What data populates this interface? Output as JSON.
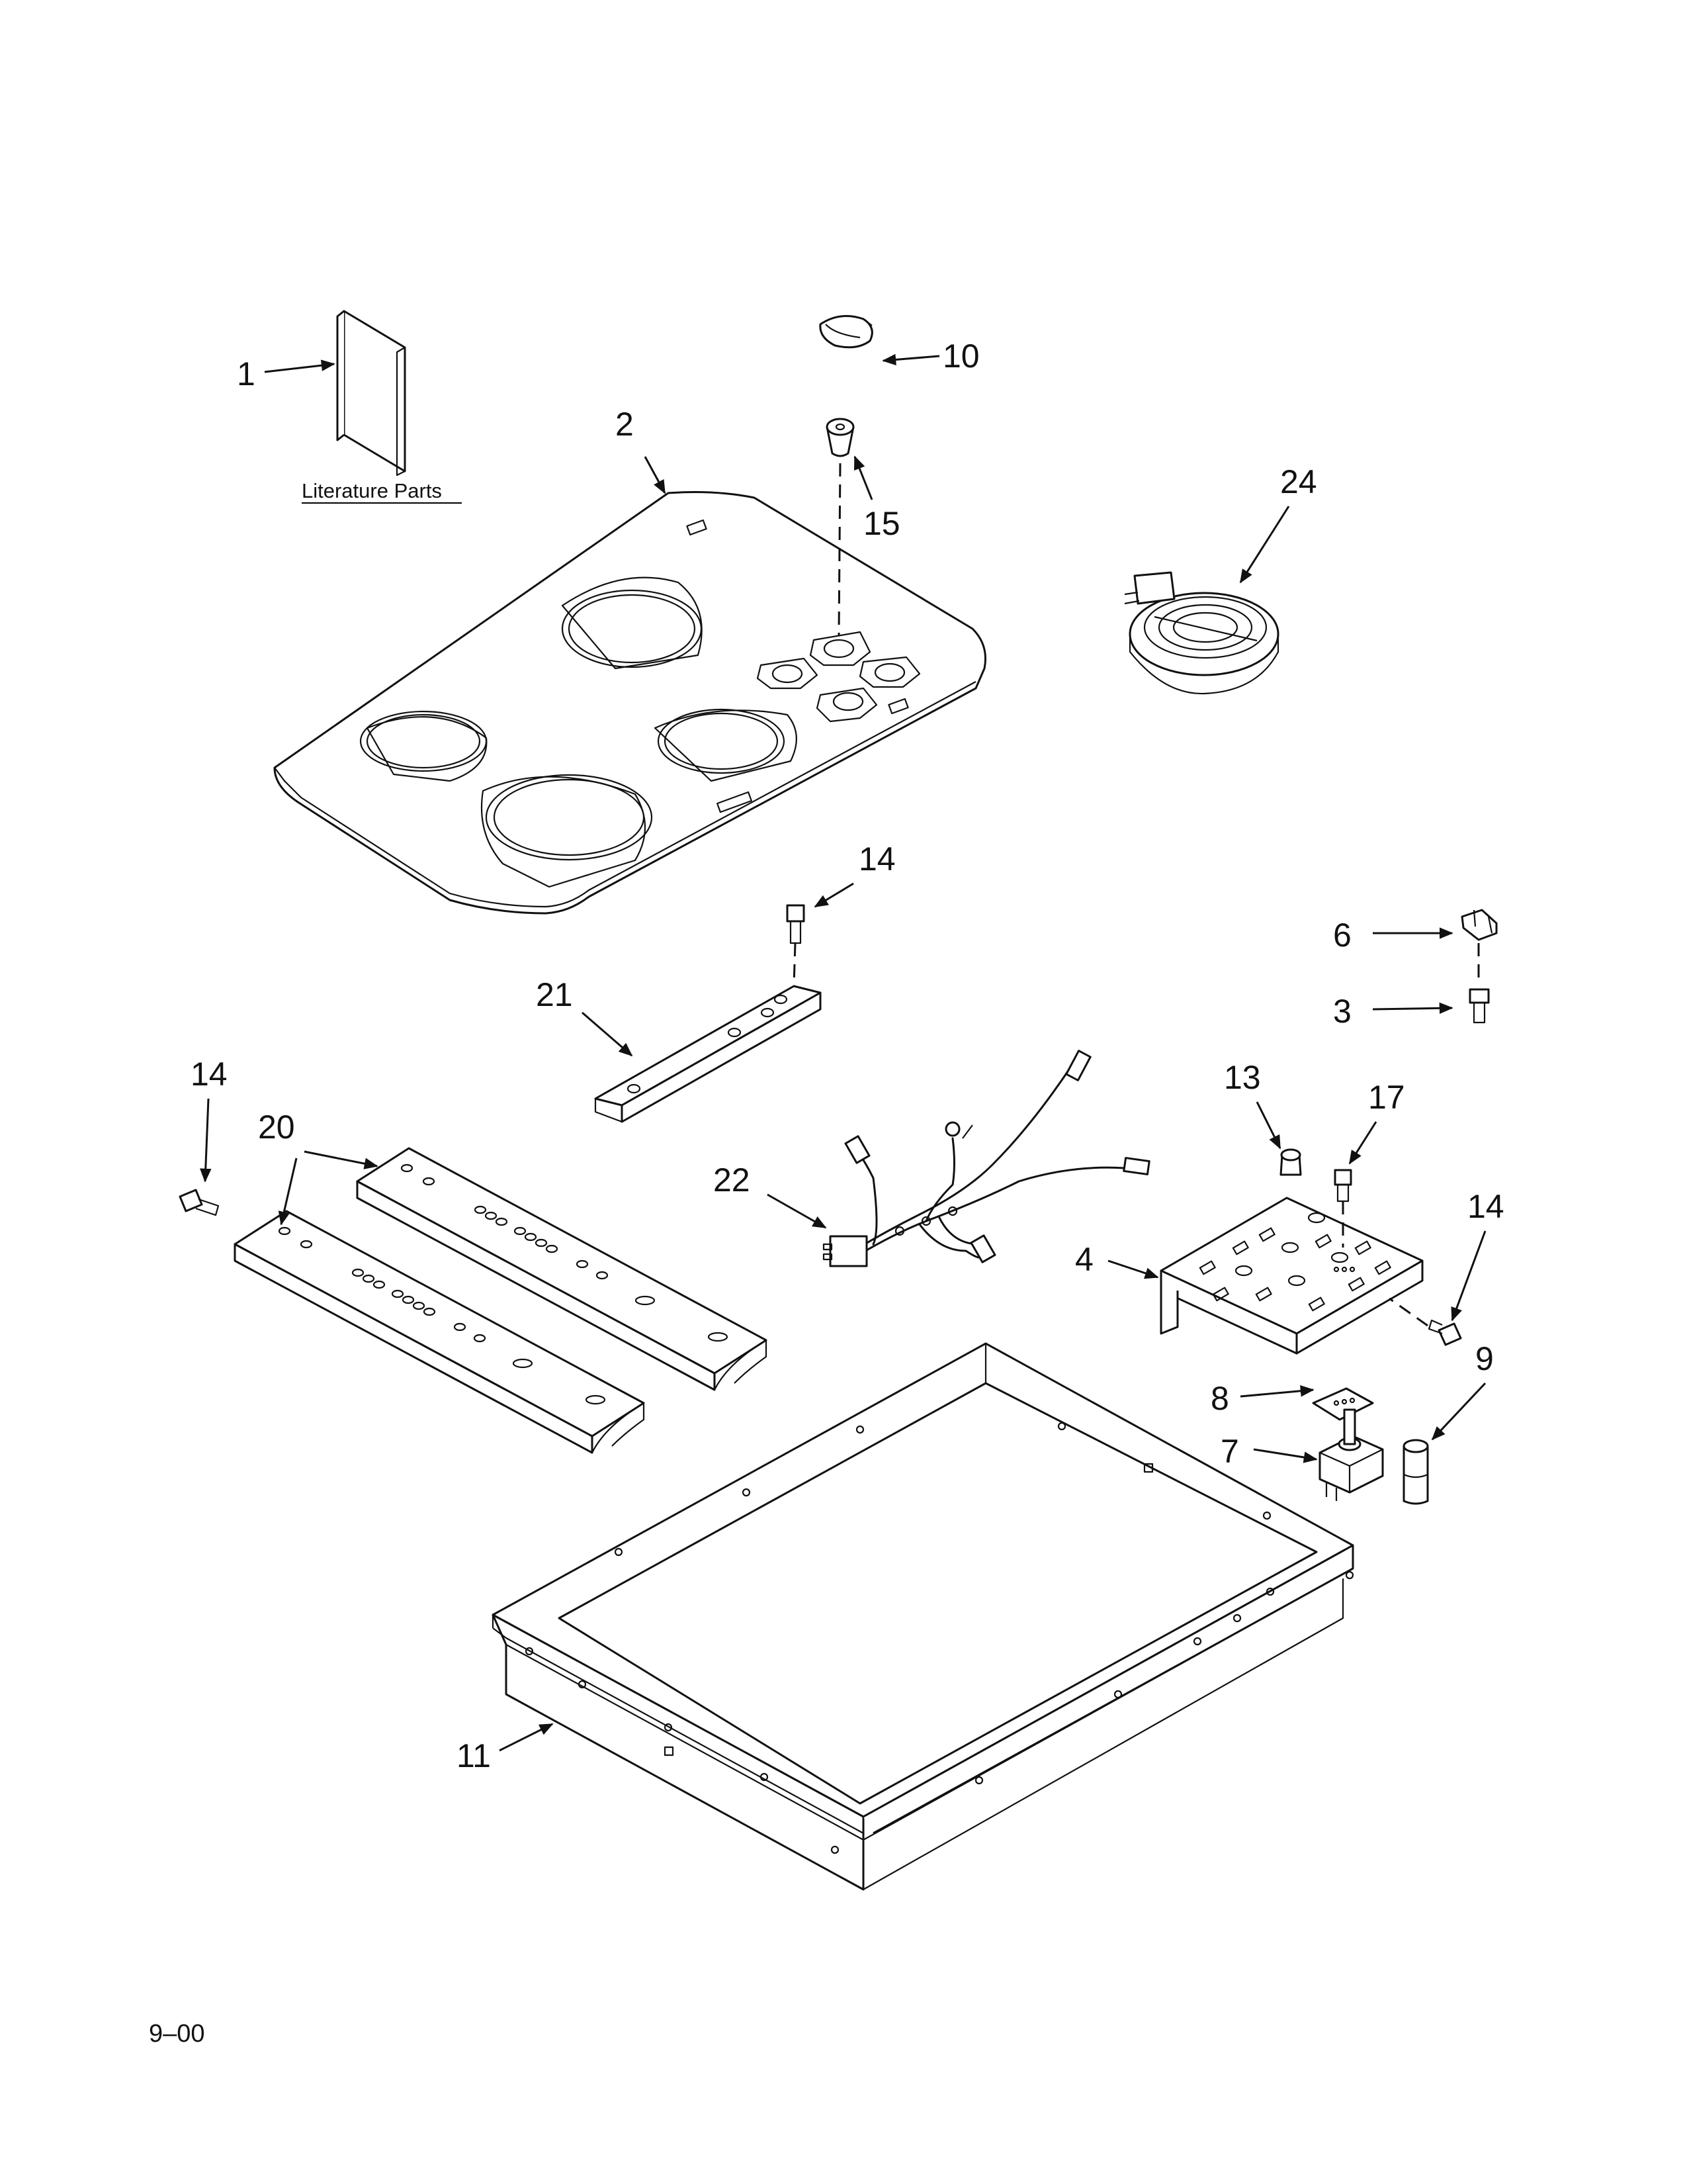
{
  "callouts": {
    "c1": "1",
    "c2": "2",
    "c3": "3",
    "c4": "4",
    "c6": "6",
    "c7": "7",
    "c8": "8",
    "c9": "9",
    "c10": "10",
    "c11": "11",
    "c13": "13",
    "c14a": "14",
    "c14b": "14",
    "c14c": "14",
    "c15": "15",
    "c17": "17",
    "c20": "20",
    "c21": "21",
    "c22": "22",
    "c24": "24"
  },
  "literature_label": "Literature Parts",
  "footer_code": "9–00"
}
